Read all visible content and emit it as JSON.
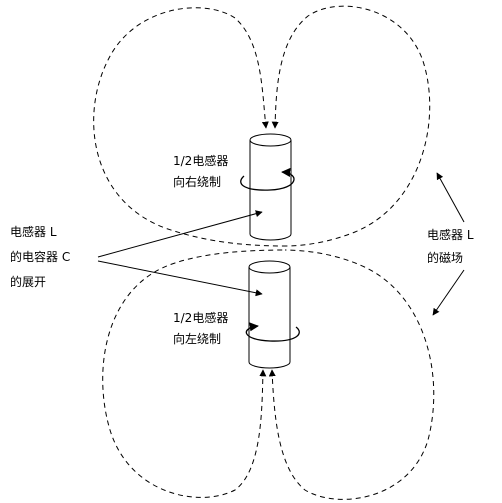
{
  "labels": {
    "upper_coil_line1": "1/2电感器",
    "upper_coil_line2": "向右绕制",
    "lower_coil_line1": "1/2电感器",
    "lower_coil_line2": "向左绕制",
    "left_line1": "电感器 L",
    "left_line2": "的电容器 C",
    "left_line3": "的展开",
    "right_line1": "电感器 L",
    "right_line2": "的磁场"
  }
}
